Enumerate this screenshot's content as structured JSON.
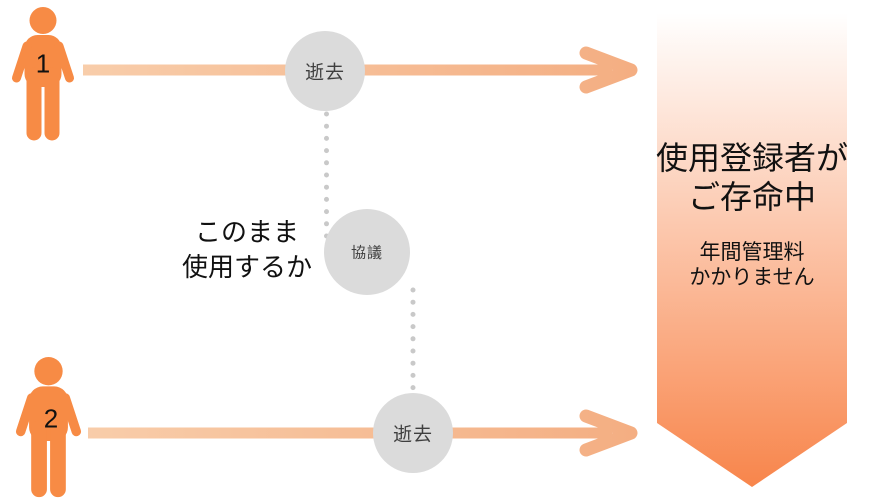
{
  "persons": [
    {
      "label": "1"
    },
    {
      "label": "2"
    }
  ],
  "nodes": {
    "top_event": "逝去",
    "middle_event": "協議",
    "bottom_event": "逝去"
  },
  "side_note": {
    "line1": "このまま",
    "line2": "使用するか"
  },
  "banner": {
    "title_line1": "使用登録者が",
    "title_line2": "ご存命中",
    "subtitle_line1": "年間管理料",
    "subtitle_line2": "かかりません"
  },
  "colors": {
    "person": "#F78B45",
    "arrow_from": "#F8CDAA",
    "arrow_to": "#F4AE82",
    "circle_fill": "#DBDBDB",
    "dot": "#C9C9C9",
    "banner_top": "#FFFFFF",
    "banner_bottom": "#F8854B"
  }
}
